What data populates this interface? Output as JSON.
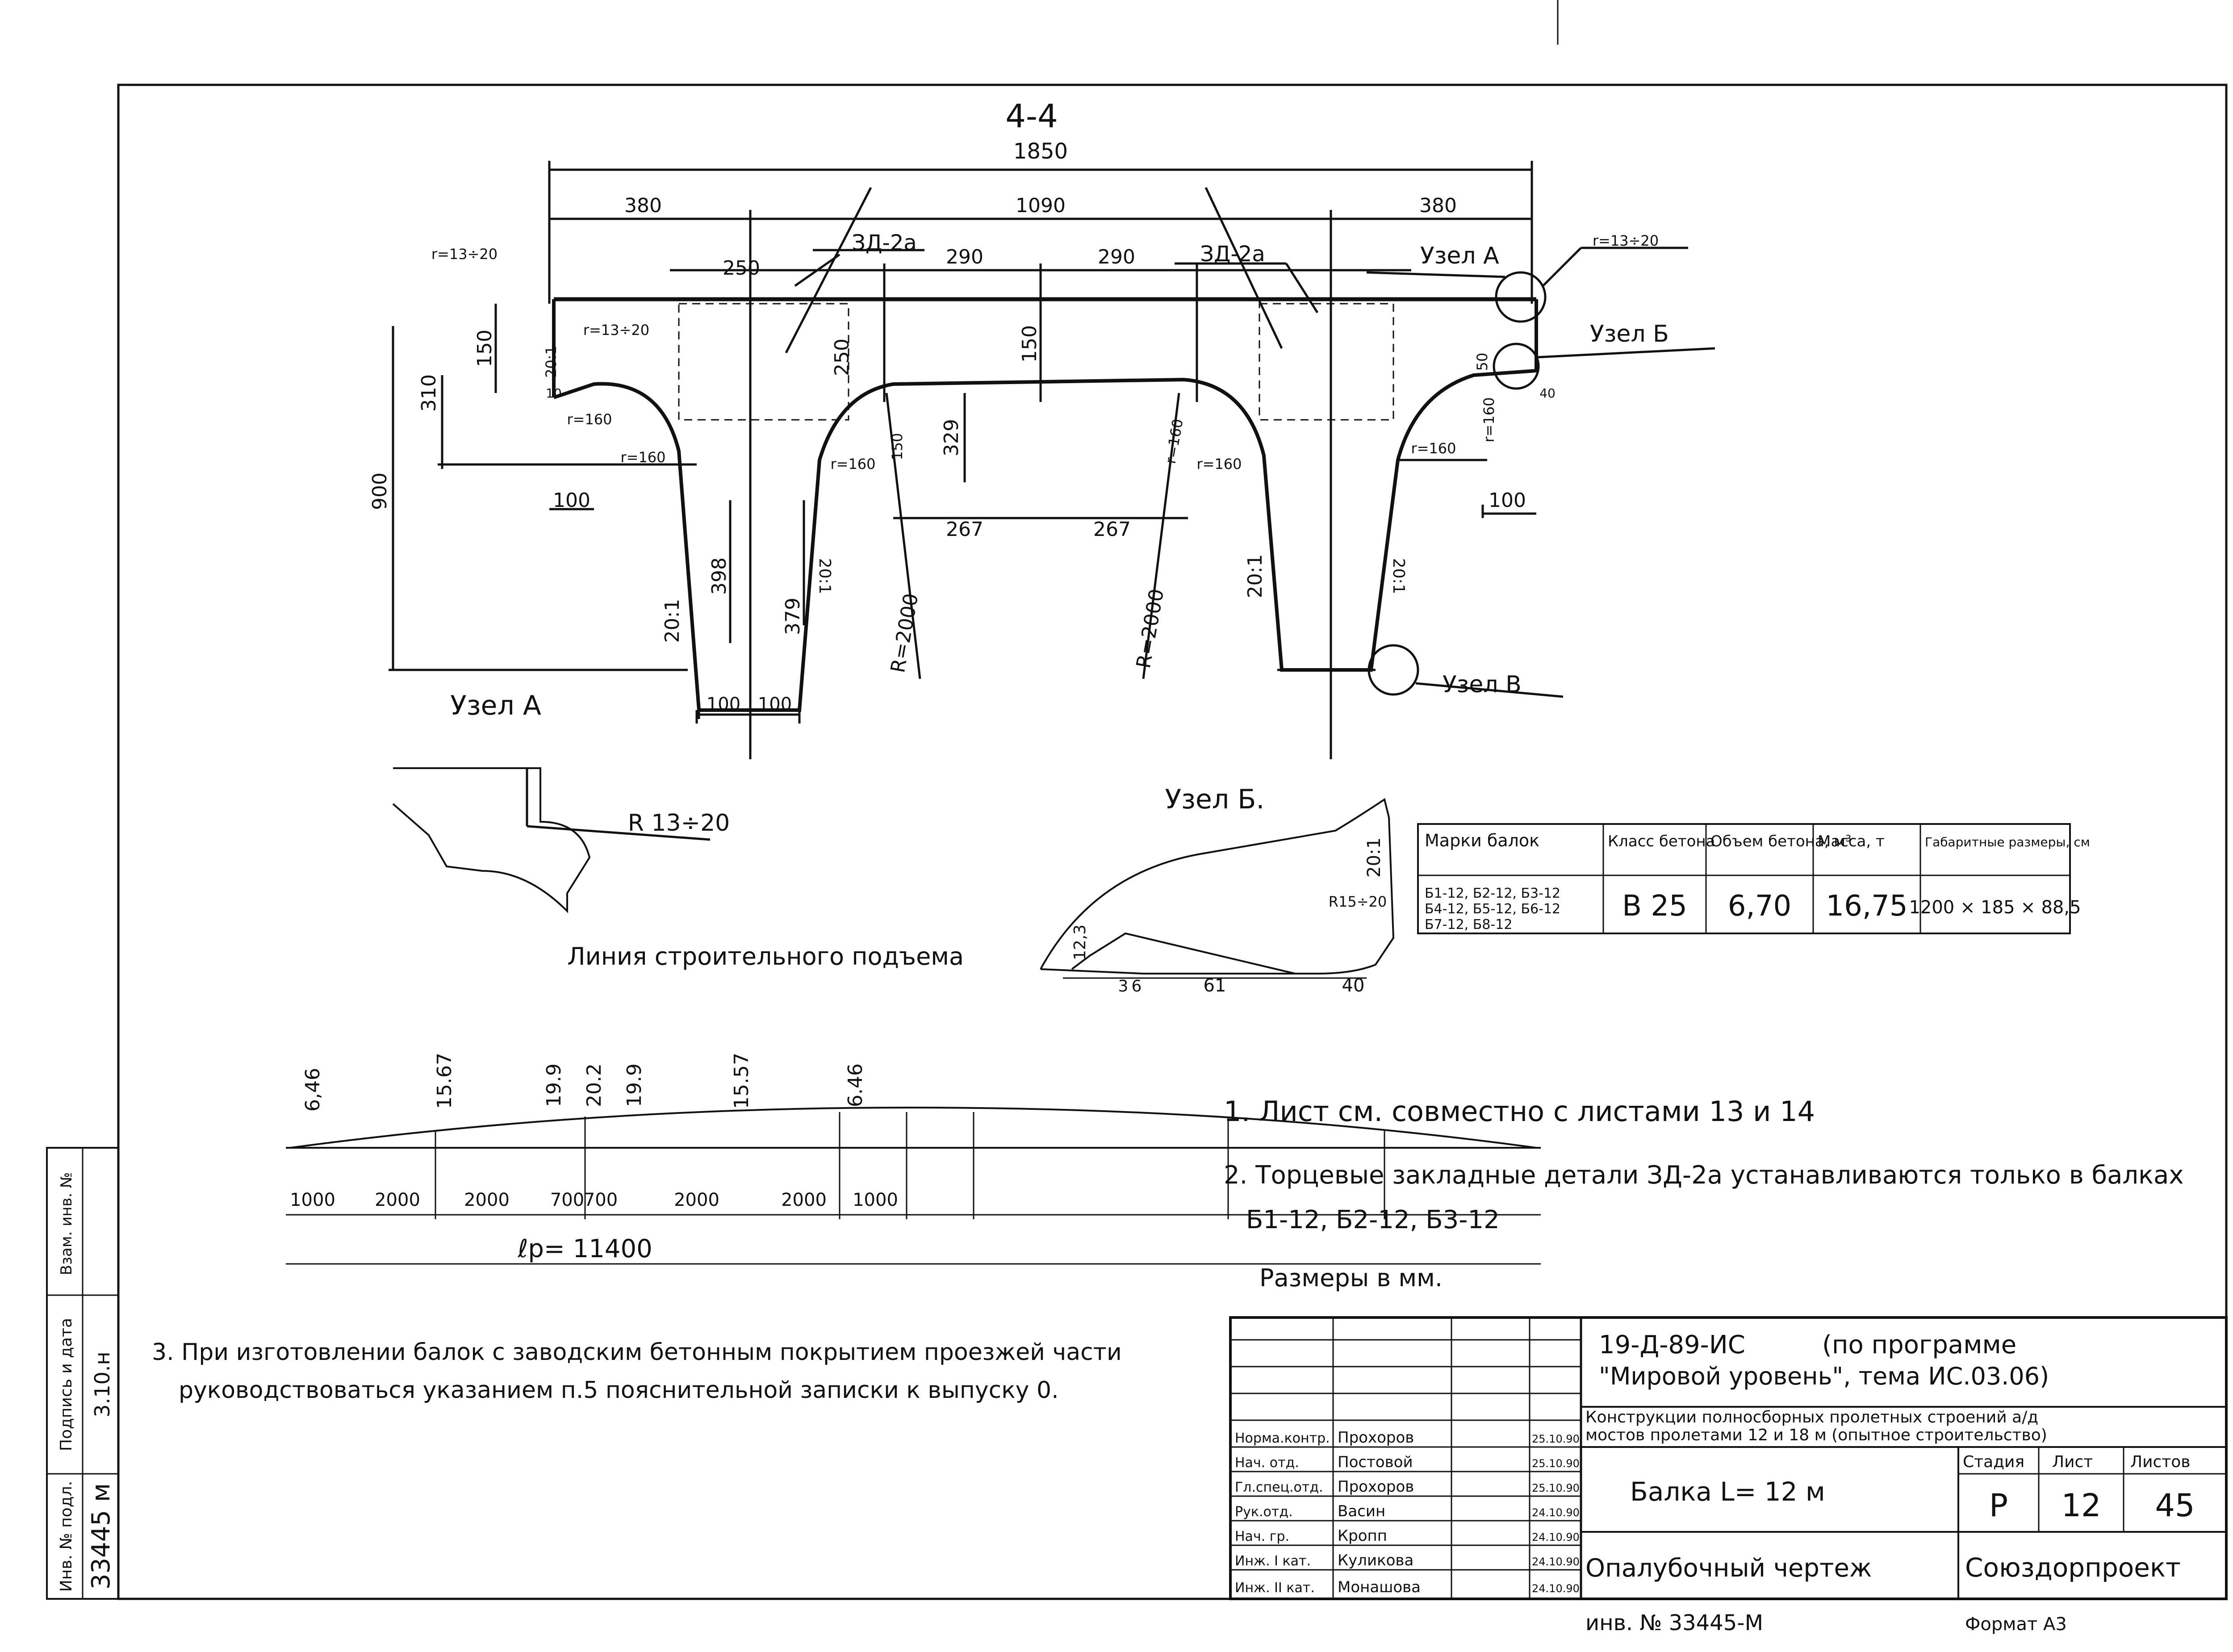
{
  "section": {
    "title": "4-4",
    "dim_total": "1850",
    "dim_left": "380",
    "dim_mid": "1090",
    "dim_right": "380",
    "dim_250": "250",
    "dim_290a": "290",
    "dim_290b": "290",
    "mark_zd_left": "ЗД-2а",
    "mark_zd_right": "ЗД-2а",
    "r_top_left": "r=13÷20",
    "r_top_right": "r=13÷20",
    "r_inner": "r=13÷20",
    "dim_150_left": "150",
    "dim_310": "310",
    "dim_900": "900",
    "dim_250_vert": "250",
    "dim_150_mid": "150",
    "dim_329": "329",
    "dim_150_rot": "150",
    "r160_a": "r=160",
    "r160_b": "r=160",
    "r160_c": "r=160",
    "r160_d": "r=160",
    "r160_e": "r=160",
    "r160_f": "r=160",
    "r160_g": "r=160",
    "dim_100_left": "100",
    "dim_100_right": "100",
    "dim_267a": "267",
    "dim_267b": "267",
    "slope_1": "20:1",
    "slope_2": "20:1",
    "slope_3": "20:1",
    "slope_4": "20:1",
    "slope_5": "20:1",
    "dim_398": "398",
    "dim_379": "379",
    "r2000_a": "R=2000",
    "r2000_b": "R=2000",
    "dim_100_a": "100",
    "dim_100_b": "100",
    "dim_10": "10",
    "dim_40": "40",
    "dim_50": "50",
    "node_a": "Узел А",
    "node_b": "Узел Б",
    "node_v": "Узел В"
  },
  "detail_a": {
    "title": "Узел А",
    "radius": "R 13÷20"
  },
  "detail_b": {
    "title": "Узел Б.",
    "slope": "20:1",
    "radius": "R15÷20",
    "dim_12_3": "12,3",
    "dim_3": "3",
    "dim_6": "6",
    "dim_61": "61",
    "dim_40": "40"
  },
  "camber": {
    "title": "Линия строительного подъема",
    "ordinates": [
      "6,46",
      "15.67",
      "19.9",
      "20.2",
      "19.9",
      "15.57",
      "6.46"
    ],
    "spans": [
      "1000",
      "2000",
      "2000",
      "700",
      "700",
      "2000",
      "2000",
      "1000"
    ],
    "total": "ℓр= 11400"
  },
  "spec_table": {
    "headers": [
      "Марки балок",
      "Класс бетона",
      "Объем бетона, м³",
      "Масса, т",
      "Габаритные размеры, см"
    ],
    "marks": [
      "Б1-12, Б2-12, Б3-12",
      "Б4-12, Б5-12, Б6-12",
      "Б7-12, Б8-12"
    ],
    "concrete_class": "В 25",
    "volume": "6,70",
    "mass": "16,75",
    "dimensions": "1200 × 185 × 88,5"
  },
  "notes": {
    "n1": "1. Лист см. совместно с листами 13 и 14",
    "n2": "2. Торцевые закладные детали ЗД-2а устанавливаются только в балках",
    "n2b": "Б1-12, Б2-12, Б3-12",
    "units": "Размеры в мм.",
    "n3a": "3. При изготовлении балок с заводским бетонным покрытием проезжей части",
    "n3b": "руководствоваться указанием п.5 пояснительной записки к выпуску 0."
  },
  "stamp": {
    "code": "19-Д-89-ИС",
    "program1": "(по программе",
    "program2": "\"Мировой уровень\", тема ИС.03.06)",
    "desc1": "Конструкции полносборных пролетных строений а/д",
    "desc2": "мостов пролетами 12 и 18 м (опытное строительство)",
    "sheet_title": "Балка  L= 12 м",
    "drawing_name": "Опалубочный   чертеж",
    "org": "Союздорпроект",
    "stage_h": "Стадия",
    "sheet_h": "Лист",
    "sheets_h": "Листов",
    "stage": "Р",
    "sheet": "12",
    "sheets": "45",
    "rows": [
      {
        "role": "Норма.контр.",
        "name": "Прохоров",
        "date": "25.10.90"
      },
      {
        "role": "Нач. отд.",
        "name": "Постовой",
        "date": "25.10.90"
      },
      {
        "role": "Гл.спец.отд.",
        "name": "Прохоров",
        "date": "25.10.90"
      },
      {
        "role": "Рук.отд.",
        "name": "Васин",
        "date": "24.10.90"
      },
      {
        "role": "Нач. гр.",
        "name": "Кропп",
        "date": "24.10.90"
      },
      {
        "role": "Инж. I кат.",
        "name": "Куликова",
        "date": "24.10.90"
      },
      {
        "role": "Инж. II кат.",
        "name": "Монашова",
        "date": "24.10.90"
      }
    ],
    "inv": "инв. № 33445-М",
    "format": "Формат А3"
  },
  "side_stamp": {
    "inv_label": "Инв. № подл.",
    "inv_value": "33445 м",
    "sign_label": "Подпись и дата",
    "sign_value": "3.10.н",
    "vzam_label": "Взам. инв. №"
  }
}
